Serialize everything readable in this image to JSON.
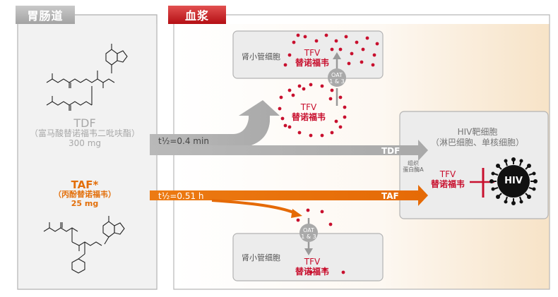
{
  "headers": {
    "gi": "胃肠道",
    "plasma": "血浆"
  },
  "cells": {
    "top_label": "肾小管细胞",
    "bottom_label": "肾小管细胞"
  },
  "tfv": {
    "name": "TFV",
    "cn": "替诺福韦"
  },
  "oat": {
    "line1": "OAT",
    "line2": "1 & 3"
  },
  "tdf": {
    "name": "TDF",
    "full": "（富马酸替诺福韦二吡呋酯）",
    "dose": "300 mg",
    "half_life": "t½=0.4 min",
    "arrow_label": "TDF"
  },
  "taf": {
    "name": "TAF*",
    "full": "（丙酚替诺福韦）",
    "dose": "25 mg",
    "half_life": "t½=0.51 h",
    "arrow_label": "TAF"
  },
  "tissue_label": {
    "line1": "组织",
    "line2": "蛋白酶A"
  },
  "hiv_cell": {
    "title": "HIV靶细胞",
    "subtitle": "（淋巴细胞、单核细胞）"
  },
  "virus": {
    "label": "HIV"
  },
  "colors": {
    "tfv_red": "#c8102e",
    "taf_orange": "#e36f0a",
    "tdf_gray": "#a8a8a8",
    "plasma_red": "#b40f14"
  }
}
